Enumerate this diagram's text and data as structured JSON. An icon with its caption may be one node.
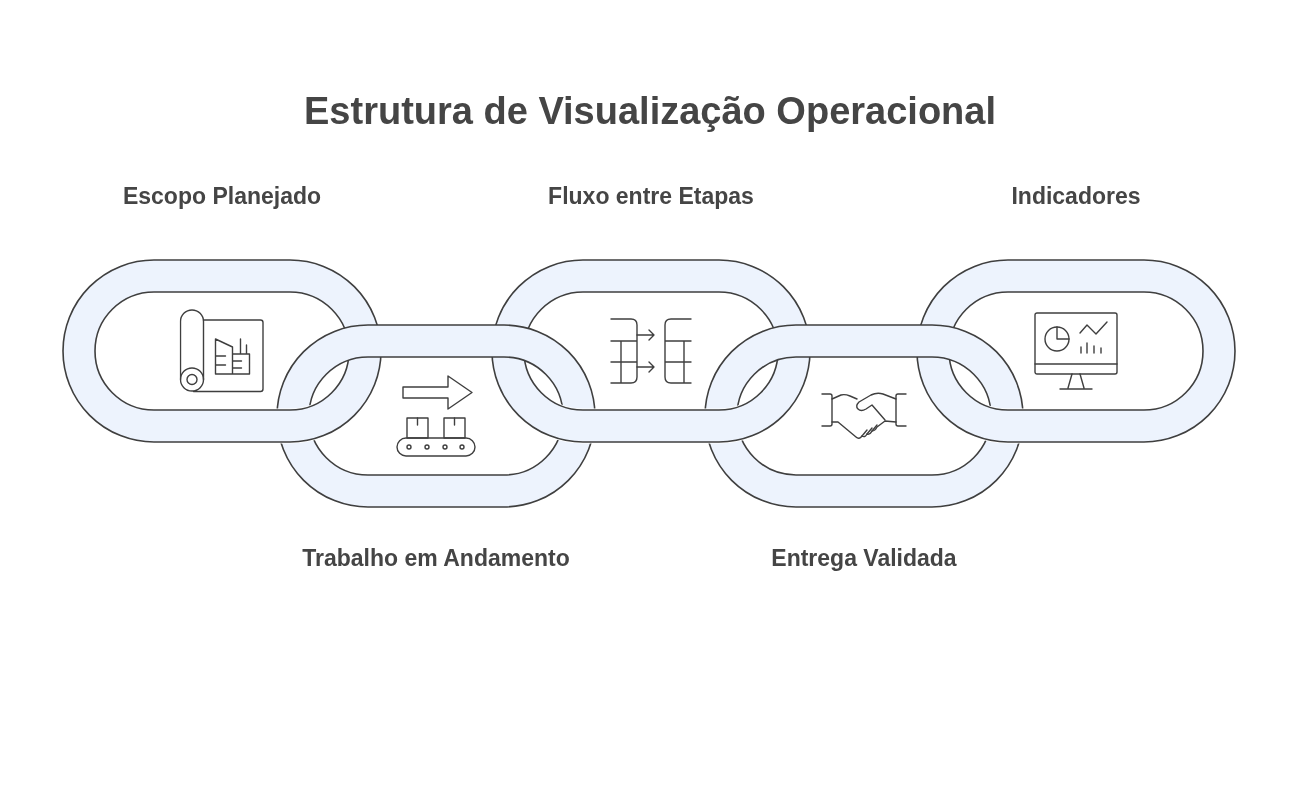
{
  "diagram": {
    "title": "Estrutura de Visualização Operacional",
    "nodes": [
      {
        "text": [
          "Escopo Planejado"
        ]
      },
      {
        "text": [
          "Trabalho em Andamento"
        ]
      },
      {
        "text": [
          "Fluxo entre Etapas"
        ]
      },
      {
        "text": [
          "Entrega Validada"
        ]
      },
      {
        "text": [
          "Indicadores"
        ]
      }
    ]
  }
}
